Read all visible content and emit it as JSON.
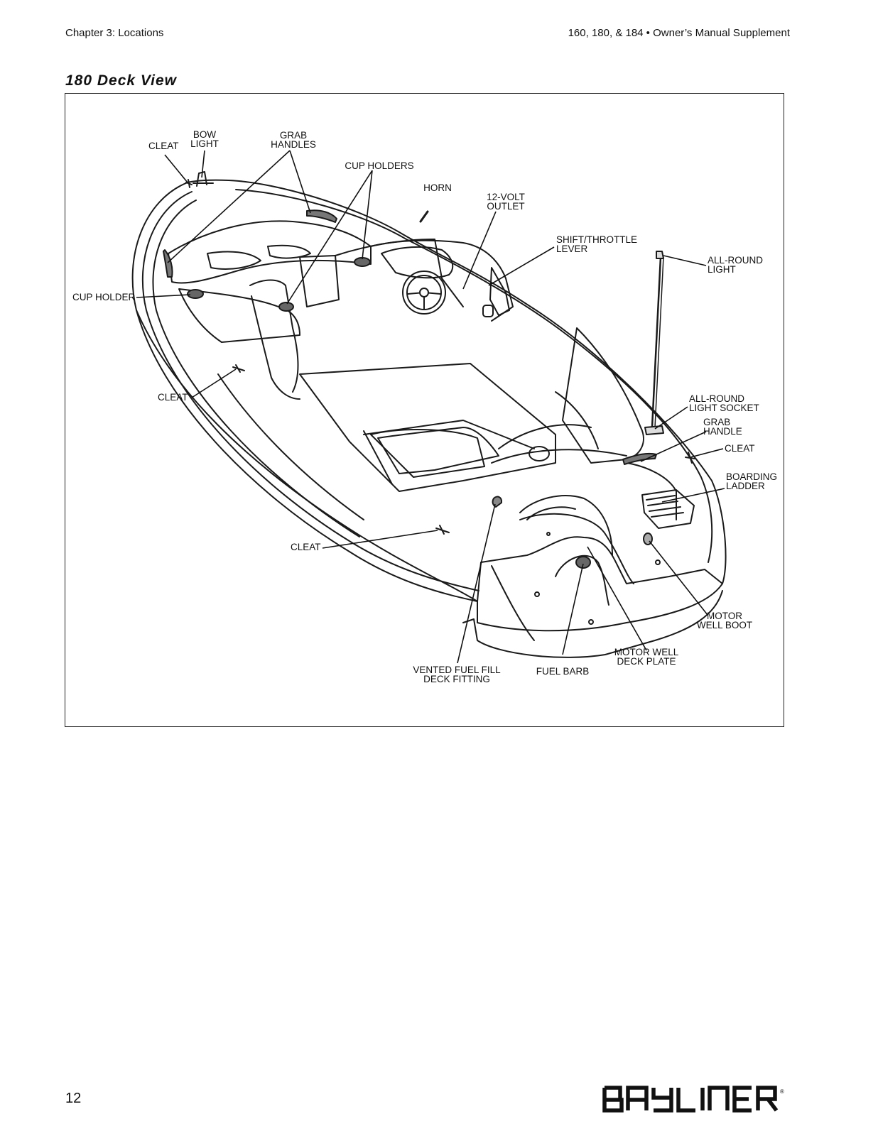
{
  "header": {
    "chapter": "Chapter 3: Locations",
    "manual": "160, 180, & 184  •  Owner’s Manual Supplement"
  },
  "section_title": "180 Deck View",
  "callouts": {
    "cleat_bow": "CLEAT",
    "bow_light": [
      "BOW",
      "LIGHT"
    ],
    "grab_handles": [
      "GRAB",
      "HANDLES"
    ],
    "cup_holders": "CUP HOLDERS",
    "horn": "HORN",
    "volt_outlet": [
      "12-VOLT",
      "OUTLET"
    ],
    "shift_throttle": [
      "SHIFT/THROTTLE",
      "LEVER"
    ],
    "all_round_light": [
      "ALL-ROUND",
      "LIGHT"
    ],
    "cup_holder": "CUP HOLDER",
    "cleat_port": "CLEAT",
    "all_round_light_socket": [
      "ALL-ROUND",
      "LIGHT SOCKET"
    ],
    "grab_handle": [
      "GRAB",
      "HANDLE"
    ],
    "cleat_stern_starboard": "CLEAT",
    "boarding_ladder": [
      "BOARDING",
      "LADDER"
    ],
    "cleat_stern_port": "CLEAT",
    "motor_well_boot": [
      "MOTOR",
      "WELL BOOT"
    ],
    "motor_well_deck_plate": [
      "MOTOR WELL",
      "DECK PLATE"
    ],
    "fuel_barb": "FUEL BARB",
    "vented_fuel_fill": [
      "VENTED FUEL FILL",
      "DECK FITTING"
    ]
  },
  "footer": {
    "page_number": "12",
    "brand": "BAYLINER"
  }
}
